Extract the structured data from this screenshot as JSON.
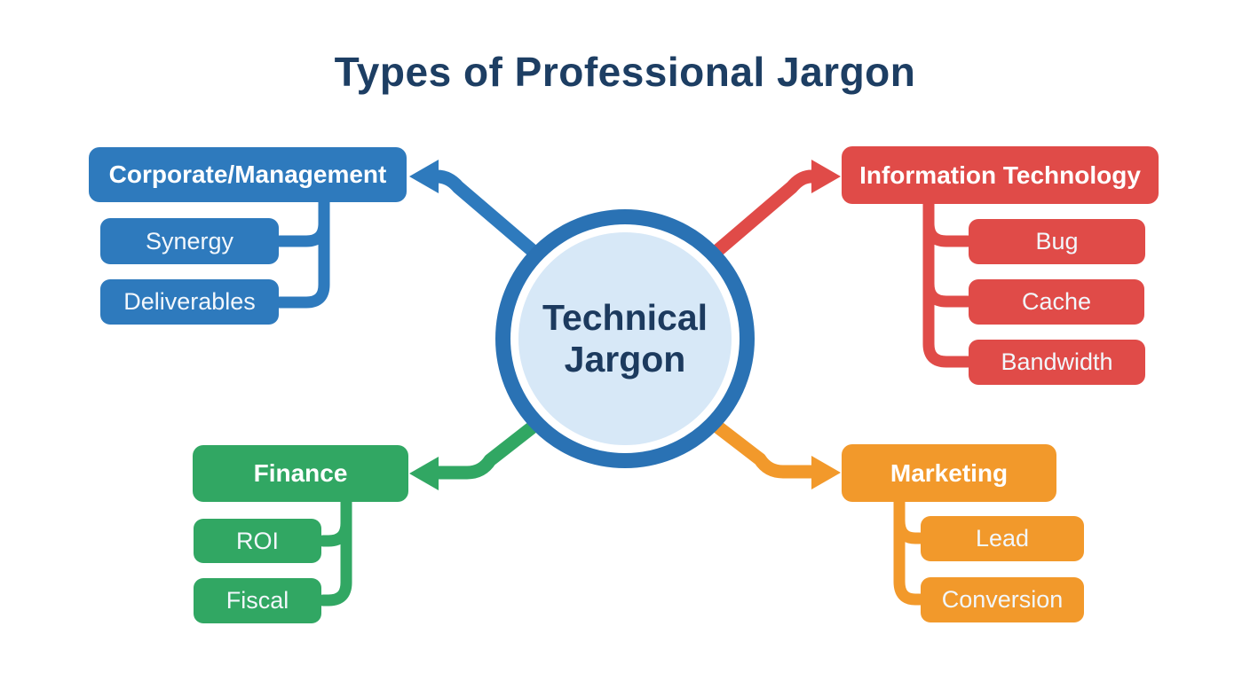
{
  "title": "Types of Professional Jargon",
  "center": {
    "line1": "Technical",
    "line2": "Jargon"
  },
  "colors": {
    "blue": "#2e7abd",
    "red": "#e04b48",
    "green": "#31a763",
    "orange": "#f2992b",
    "title_navy": "#1d3e63",
    "circle_ring": "#2a72b4",
    "circle_fill": "#d7e8f7",
    "box_text": "#ffffff",
    "background": "#ffffff"
  },
  "branches": [
    {
      "label": "Corporate/Management",
      "position": "top-left",
      "color": "#2e7abd",
      "children": [
        "Synergy",
        "Deliverables"
      ]
    },
    {
      "label": "Information Technology",
      "position": "top-right",
      "color": "#e04b48",
      "children": [
        "Bug",
        "Cache",
        "Bandwidth"
      ]
    },
    {
      "label": "Finance",
      "position": "bottom-left",
      "color": "#31a763",
      "children": [
        "ROI",
        "Fiscal"
      ]
    },
    {
      "label": "Marketing",
      "position": "bottom-right",
      "color": "#f2992b",
      "children": [
        "Lead",
        "Conversion"
      ]
    }
  ]
}
